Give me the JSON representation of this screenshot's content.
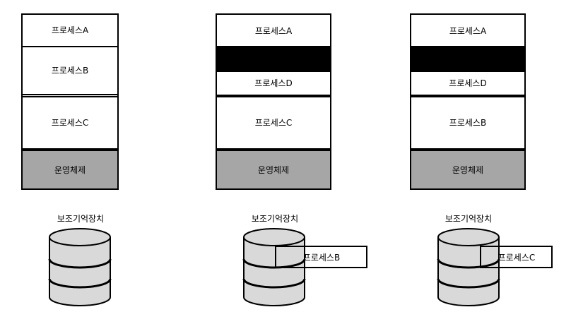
{
  "panels": [
    {
      "memory": [
        "프로세스A",
        "프로세스B",
        "프로세스C",
        "운영체제"
      ],
      "storage_label": "보조기억장치",
      "swapped": ""
    },
    {
      "memory": [
        "프로세스A",
        "",
        "프로세스D",
        "프로세스C",
        "운영체제"
      ],
      "storage_label": "보조기억장치",
      "swapped": "프로세스B"
    },
    {
      "memory": [
        "프로세스A",
        "",
        "프로세스D",
        "프로세스B",
        "운영체제"
      ],
      "storage_label": "보조기억장치",
      "swapped": "프로세스C"
    }
  ],
  "colors": {
    "border": "#000000",
    "free_block": "#000000",
    "os_block": "#a6a6a6",
    "disk_fill": "#d9d9d9",
    "process_fill": "#ffffff"
  }
}
